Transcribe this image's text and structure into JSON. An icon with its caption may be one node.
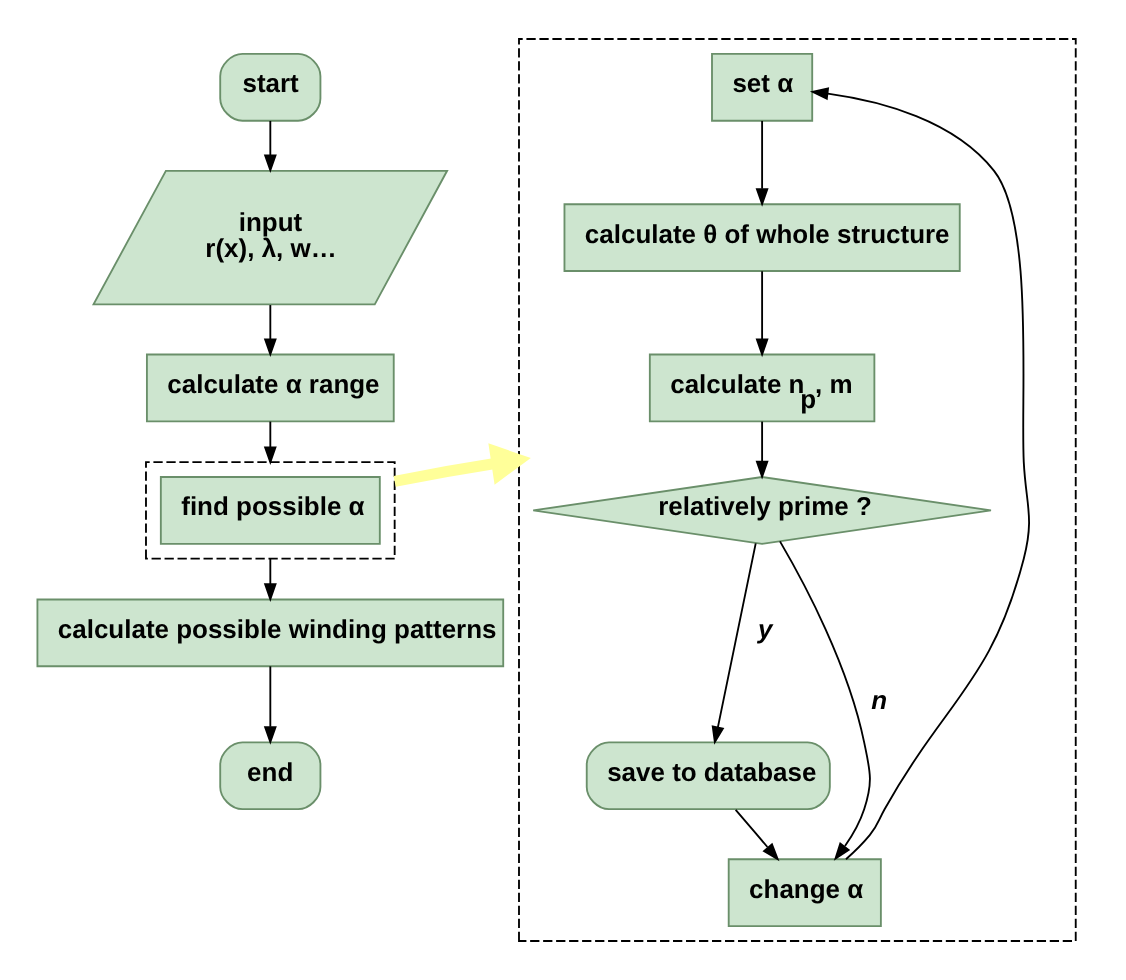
{
  "diagram": {
    "nodes": [
      {
        "text": [
          "start"
        ]
      },
      {
        "text": [
          "input",
          "r(x), λ, w…"
        ]
      },
      {
        "text": [
          "calculate α range"
        ]
      },
      {
        "text": [],
        "shape": "box"
      },
      {
        "text": [
          "find possible α"
        ],
        "in": 3
      },
      {
        "text": [
          "calculate possible winding patterns"
        ]
      },
      {
        "text": [
          "end"
        ]
      },
      {
        "text": [],
        "shape": "box"
      },
      {
        "text": [
          "set α"
        ],
        "in": 7
      },
      {
        "text": [
          "calculate θ of whole structure"
        ],
        "in": 7
      },
      {
        "text": [
          "calculate n$_{p}$, m"
        ],
        "in": 7
      },
      {
        "text": [
          "relatively prime ?"
        ],
        "in": 7
      },
      {
        "text": [
          "save to database"
        ],
        "in": 7
      },
      {
        "text": [
          "change α"
        ],
        "in": 7
      }
    ],
    "edges": [
      {
        "from": 0,
        "to": 1,
        "arrow": "to"
      },
      {
        "from": 1,
        "to": 2,
        "arrow": "to"
      },
      {
        "from": 2,
        "to": 3,
        "arrow": "to"
      },
      {
        "from": 3,
        "to": 5,
        "arrow": "to"
      },
      {
        "from": 5,
        "to": 6,
        "arrow": "to"
      },
      {
        "from": 3,
        "to": 7,
        "arrow": "to",
        "style": "thick",
        "color": "#ffff99"
      },
      {
        "from": 8,
        "to": 9,
        "arrow": "to"
      },
      {
        "from": 9,
        "to": 10,
        "arrow": "to"
      },
      {
        "from": 10,
        "to": 11,
        "arrow": "to"
      },
      {
        "from": 11,
        "to": 12,
        "arrow": "to",
        "label": "y"
      },
      {
        "from": 11,
        "to": 13,
        "arrow": "to",
        "label": "n"
      },
      {
        "from": 12,
        "to": 13,
        "arrow": "to"
      },
      {
        "from": 13,
        "to": 8,
        "arrow": "to"
      }
    ]
  }
}
